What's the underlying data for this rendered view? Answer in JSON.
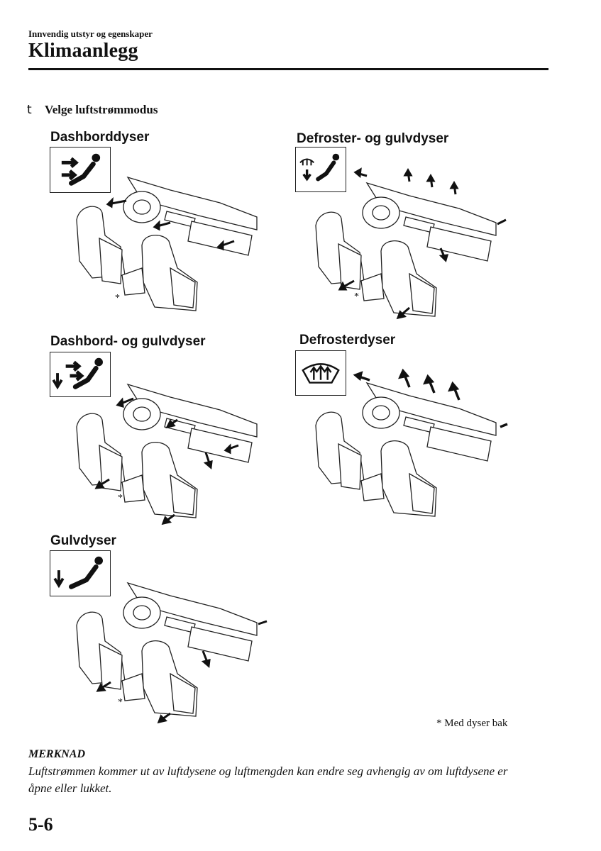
{
  "header": {
    "subtitle": "Innvendig utstyr og egenskaper",
    "title": "Klimaanlegg"
  },
  "section": {
    "bullet": "t",
    "title": "Velge luftstrømmodus"
  },
  "modes": [
    {
      "title": "Dashborddyser",
      "icon": "face-vent-icon"
    },
    {
      "title": "Defroster- og gulvdyser",
      "icon": "defrost-floor-icon"
    },
    {
      "title": "Dashbord- og gulvdyser",
      "icon": "bi-level-icon"
    },
    {
      "title": "Defrosterdyser",
      "icon": "windshield-defrost-icon"
    },
    {
      "title": "Gulvdyser",
      "icon": "floor-vent-icon"
    }
  ],
  "rear_vent_marker": "*",
  "footnote": "* Med dyser bak",
  "note": {
    "title": "MERKNAD",
    "body": "Luftstrømmen kommer ut av luftdysene og luftmengden kan endre seg avhengig av om luftdysene er åpne eller lukket."
  },
  "page_number": "5-6"
}
